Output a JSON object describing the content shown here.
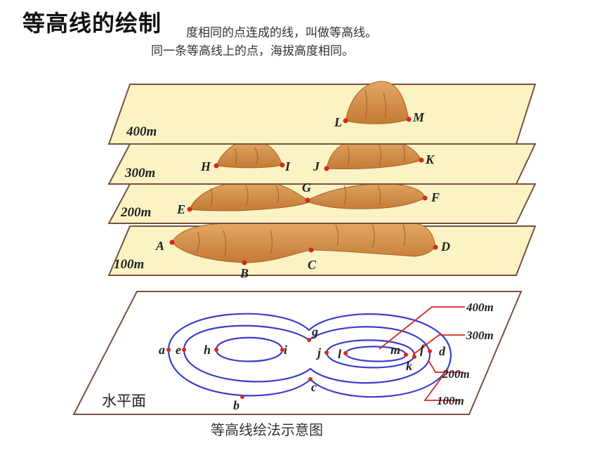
{
  "title": "等高线的绘制",
  "intro": {
    "line1": "度相同的点连成的线，叫做等高线。",
    "line2": "同一条等高线上的点，海拔高度相同。"
  },
  "planes": [
    {
      "label": "400m",
      "points": [
        "L",
        "M"
      ]
    },
    {
      "label": "300m",
      "points": [
        "H",
        "I",
        "J",
        "K"
      ]
    },
    {
      "label": "200m",
      "points": [
        "E",
        "G",
        "F"
      ]
    },
    {
      "label": "100m",
      "points": [
        "A",
        "B",
        "C",
        "D"
      ]
    }
  ],
  "plan": {
    "label": "水平面",
    "points": [
      "a",
      "b",
      "c",
      "d",
      "e",
      "f",
      "g",
      "h",
      "i",
      "j",
      "k",
      "l",
      "m"
    ],
    "legend": [
      "400m",
      "300m",
      "200m",
      "100m"
    ]
  },
  "caption": "等高线绘法示意图",
  "colors": {
    "plane_fill": "#fbf3c4",
    "plane_stroke": "#7a5040",
    "terrain": "#d99a55",
    "terrain_shadow": "#b86e2c",
    "contour": "#3d3dcc",
    "point": "#d42a1e",
    "leader": "#d42a1e"
  }
}
